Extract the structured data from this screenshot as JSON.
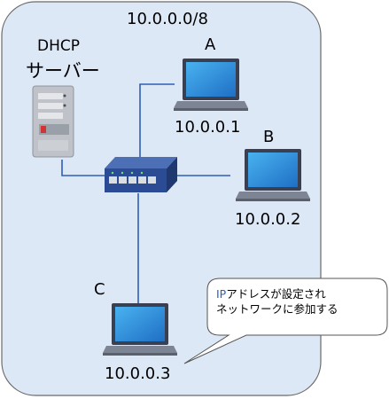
{
  "network": {
    "subnet": "10.0.0.0/8"
  },
  "dhcp_server": {
    "label_line1": "DHCP",
    "label_line2": "サーバー"
  },
  "hosts": [
    {
      "name": "A",
      "ip": "10.0.0.1"
    },
    {
      "name": "B",
      "ip": "10.0.0.2"
    },
    {
      "name": "C",
      "ip": "10.0.0.3"
    }
  ],
  "callout": {
    "ip_part": "IP",
    "line1_rest": "アドレスが設定され",
    "line2": "ネットワークに参加する"
  },
  "icons": [
    "server-icon",
    "switch-icon",
    "laptop-icon"
  ],
  "colors": {
    "network_fill": "#dde8f7",
    "network_border": "#6b6b6b",
    "link": "#2e5fb5",
    "switch_body": "#2b4c94",
    "screen": "#2a8cd6",
    "callout_ip": "#1f5fcf"
  }
}
